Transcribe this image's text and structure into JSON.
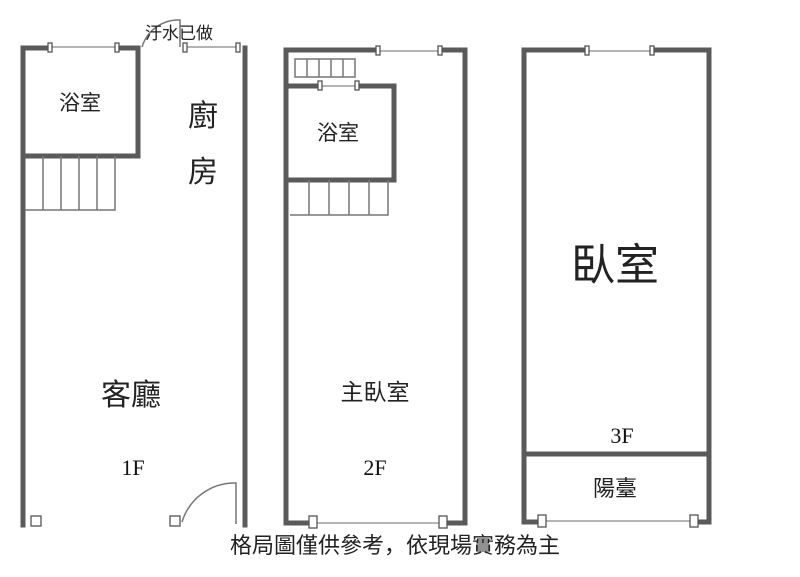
{
  "floors": [
    {
      "level": "1F",
      "rooms": {
        "bathroom": "浴室",
        "kitchen_1": "廚",
        "kitchen_2": "房",
        "living": "客廳"
      },
      "note": "汙水已做"
    },
    {
      "level": "2F",
      "rooms": {
        "bathroom": "浴室",
        "master": "主臥室"
      }
    },
    {
      "level": "3F",
      "rooms": {
        "bedroom": "臥室",
        "balcony": "陽臺"
      }
    }
  ],
  "caption": "格局圖僅供參考，依現場實務為主"
}
